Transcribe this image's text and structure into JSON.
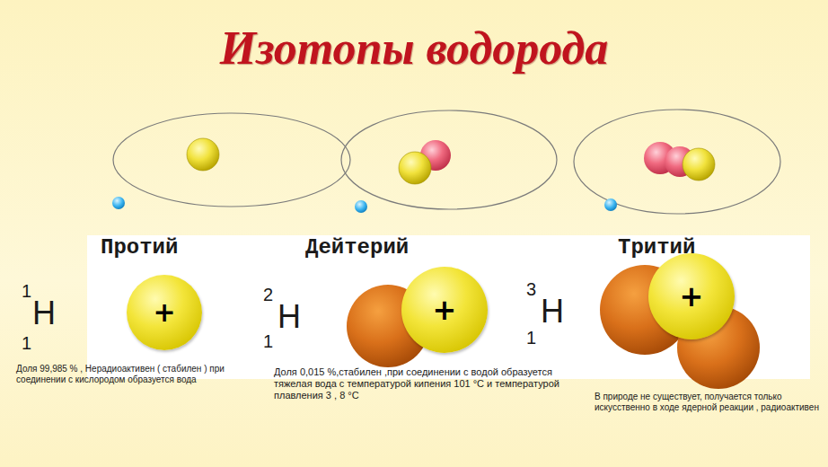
{
  "diagram": {
    "title": "Изотопы водорода",
    "nodes": [
      {
        "text": [
          "+"
        ]
      },
      {
        "text": [
          "+"
        ]
      },
      {
        "text": [
          "+"
        ]
      }
    ],
    "labels": [
      "Протий",
      "Дейтерий",
      "Тритий",
      "1",
      "H",
      "1",
      "2",
      "H",
      "1",
      "3",
      "H",
      "1",
      "Доля 99,985 % , Нерадиоактивен ( стабилен ) при соединении с кислородом образуется вода",
      "Доля 0,015 %,стабилен ,при соединении с водой образуется тяжелая вода с температурой кипения 101 °С и температурой плавления 3 , 8 °С",
      "В природе не существует, получается только искусственно в ходе ядерной реакции , радиоактивен"
    ]
  }
}
